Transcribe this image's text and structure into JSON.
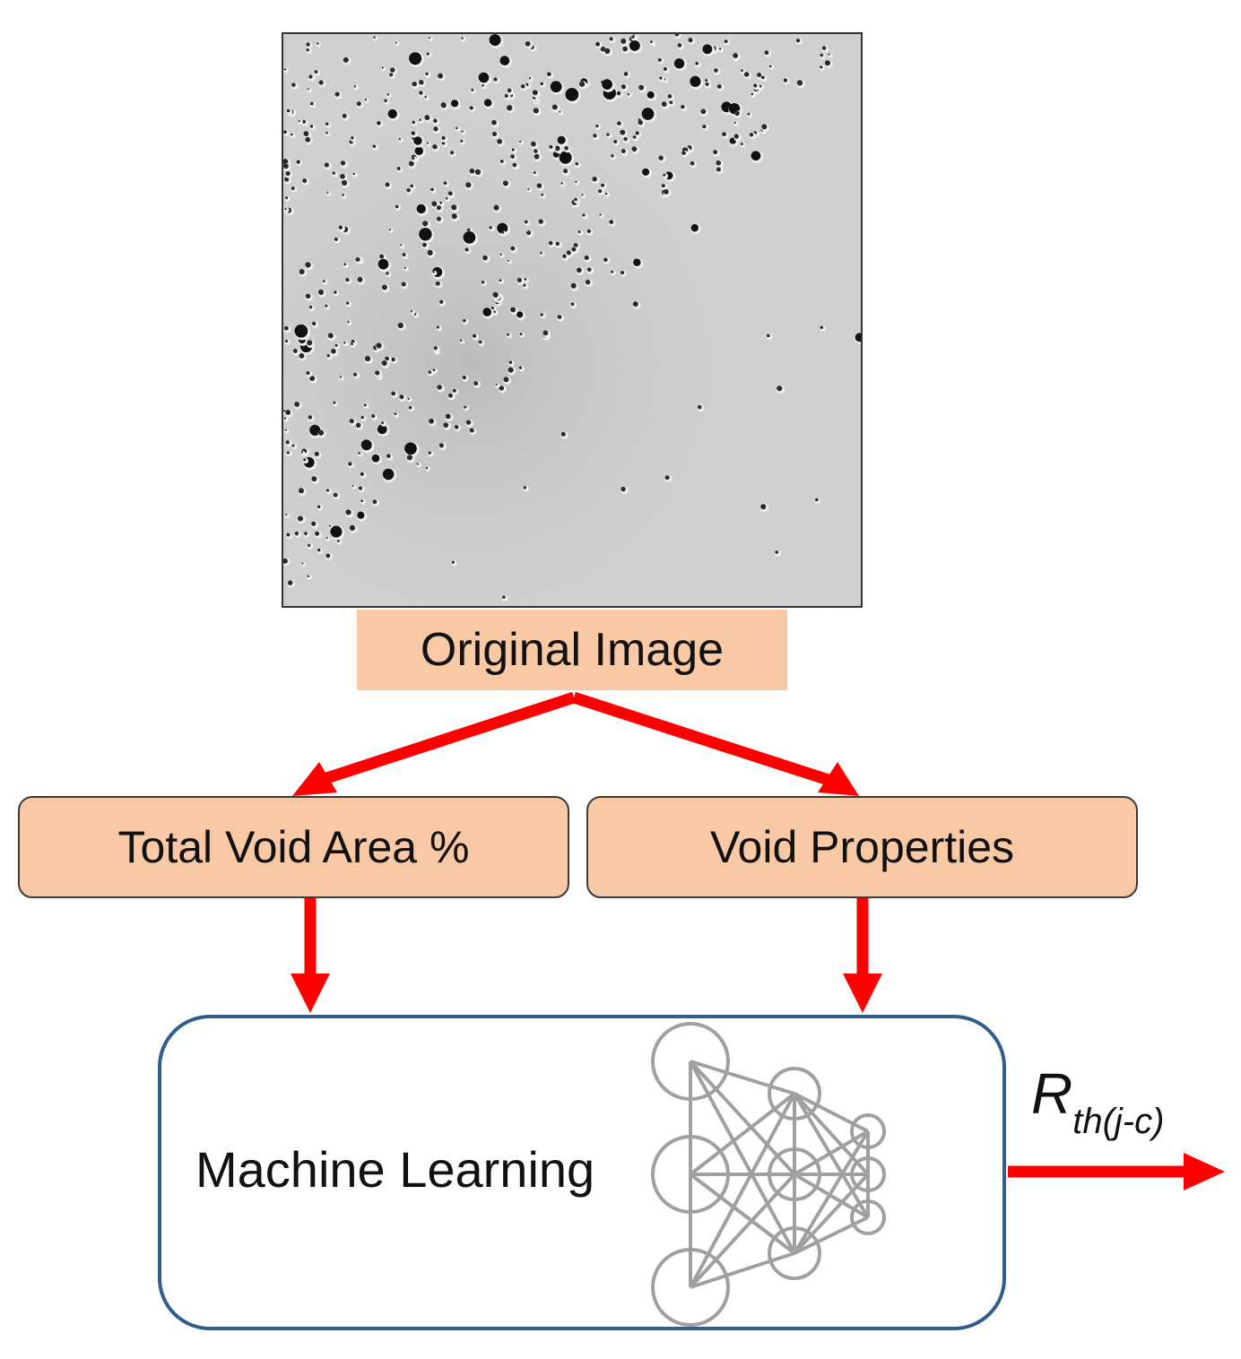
{
  "colors": {
    "label_fill": "#f8c9a4",
    "arrow": "#ff0000",
    "ml_border": "#2f5d8c",
    "network": "#a0a0a0"
  },
  "nodes": {
    "original_image": "Original Image",
    "total_void_area": "Total Void Area %",
    "void_properties": "Void Properties",
    "machine_learning": "Machine Learning"
  },
  "output": {
    "symbol": "R",
    "subscript": "th(j-c)"
  },
  "icons": {
    "network": "neural-network-icon",
    "image": "xray-void-image"
  }
}
